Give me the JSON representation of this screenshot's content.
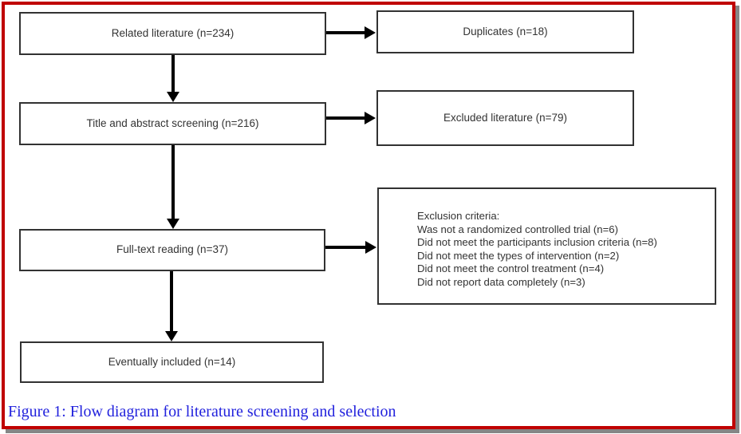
{
  "figure": {
    "caption": "Figure 1: Flow diagram for literature screening and selection"
  },
  "boxes": {
    "related": {
      "label": "Related literature (n=234)"
    },
    "duplicates": {
      "label": "Duplicates (n=18)"
    },
    "screening": {
      "label": "Title and abstract screening (n=216)"
    },
    "excluded": {
      "label": "Excluded literature (n=79)"
    },
    "fulltext": {
      "label": "Full-text reading (n=37)"
    },
    "exclusion": {
      "title": "Exclusion criteria:",
      "lines": [
        "Was not a randomized controlled trial (n=6)",
        "Did not meet the participants inclusion criteria (n=8)",
        "Did not meet the types of intervention (n=2)",
        "Did not meet the control treatment (n=4)",
        "Did not report data completely (n=3)"
      ]
    },
    "included": {
      "label": "Eventually included (n=14)"
    }
  },
  "colors": {
    "frame_border": "#c00000",
    "frame_shadow": "#868686",
    "box_border": "#323232",
    "text": "#333333",
    "arrow": "#000000",
    "caption": "#2222dd",
    "bg": "#ffffff"
  }
}
